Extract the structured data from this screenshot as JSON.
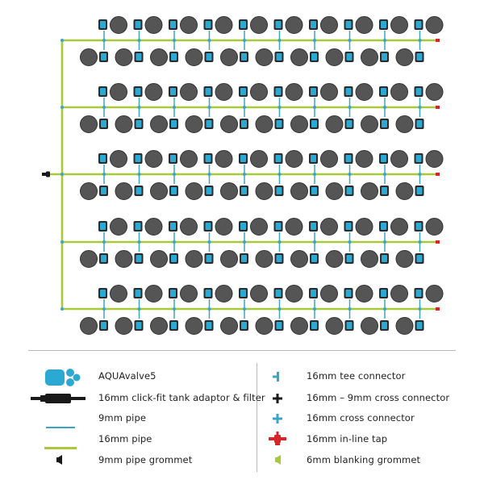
{
  "colors": {
    "pipe16": "#a8c93a",
    "pipe9": "#3aa5c4",
    "pot": "#555555",
    "pot_edge": "#333333",
    "valve": "#2ba9d3",
    "valve_box": "#2b2b2b",
    "tap": "#d8252a",
    "grommet": "#1a1a1a",
    "text": "#222222"
  },
  "layout_diagram": {
    "rows": 5,
    "valves_per_row_top": 10,
    "valves_per_row_bottom": 10
  },
  "legend": {
    "left": [
      {
        "icon": "aquavalve-icon",
        "label": "AQUAvalve5"
      },
      {
        "icon": "tank-adaptor-filter-icon",
        "label": "16mm click-fit tank adaptor & filter"
      },
      {
        "icon": "pipe-9mm-icon",
        "label": "9mm pipe"
      },
      {
        "icon": "pipe-16mm-icon",
        "label": "16mm pipe"
      },
      {
        "icon": "grommet-9mm-icon",
        "label": "9mm pipe grommet"
      }
    ],
    "right": [
      {
        "icon": "tee-connector-icon",
        "label": "16mm tee connector"
      },
      {
        "icon": "cross-connector-16-9-icon",
        "label": "16mm – 9mm cross connector"
      },
      {
        "icon": "cross-connector-16-icon",
        "label": "16mm cross connector"
      },
      {
        "icon": "inline-tap-icon",
        "label": "16mm in-line tap"
      },
      {
        "icon": "blanking-grommet-icon",
        "label": "6mm blanking grommet"
      }
    ]
  }
}
